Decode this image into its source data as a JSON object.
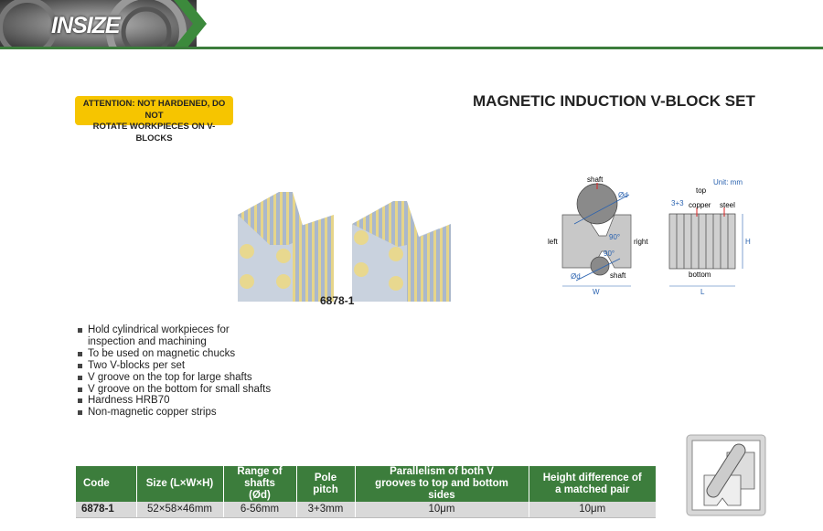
{
  "brand": {
    "logo_text": "INSIZE",
    "accent": "#3c7d3c"
  },
  "attention": {
    "line1": "ATTENTION: NOT HARDENED, DO NOT",
    "line2": "ROTATE WORKPIECES ON V-BLOCKS"
  },
  "title": "MAGNETIC INDUCTION V-BLOCK SET",
  "product_code_label": "6878-1",
  "diagram": {
    "unit": "Unit: mm",
    "shaft_top": "shaft",
    "shaft_bottom": "shaft",
    "diameter_top": "Ød",
    "diameter_bottom": "Ød",
    "angle_top": "90°",
    "angle_bottom": "90°",
    "left": "left",
    "right": "right",
    "width": "W",
    "top": "top",
    "bottom": "bottom",
    "pitch": "3+3",
    "copper": "copper",
    "steel": "steel",
    "height": "H",
    "length": "L"
  },
  "features": [
    "Hold cylindrical workpieces for inspection and machining",
    "To be used on magnetic chucks",
    "Two V-blocks per set",
    "V groove on the top for large shafts",
    "V groove on the bottom for small shafts",
    "Hardness HRB70",
    "Non-magnetic copper strips"
  ],
  "table": {
    "headers": [
      "Code",
      "Size (L×W×H)",
      "Range of shafts (Ød)",
      "Pole pitch",
      "Parallelism of both V grooves to top and bottom sides",
      "Height difference of a matched pair"
    ],
    "rows": [
      [
        "6878-1",
        "52×58×46mm",
        "6-56mm",
        "3+3mm",
        "10μm",
        "10μm"
      ]
    ]
  }
}
